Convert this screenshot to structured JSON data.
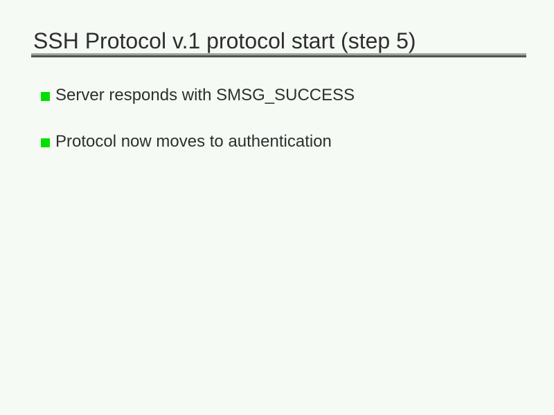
{
  "slide": {
    "title": "SSH Protocol v.1 protocol start (step 5)",
    "bullets": [
      {
        "text": "Server responds with SMSG_SUCCESS"
      },
      {
        "text": "Protocol now moves to authentication"
      }
    ]
  },
  "icons": {
    "bullet_square": "green-square-bullet-icon"
  },
  "colors": {
    "background": "#f5faf5",
    "text": "#2e2e2e",
    "bullet": "#00e000",
    "rule_top": "#9ca49c",
    "rule_bottom": "#515551"
  }
}
